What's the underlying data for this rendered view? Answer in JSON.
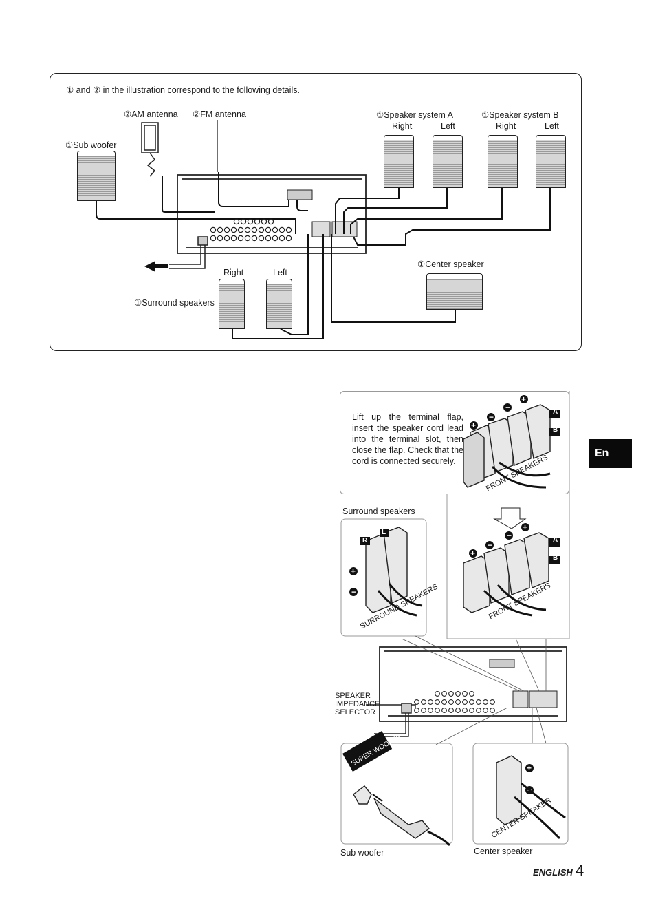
{
  "top_diagram": {
    "note": "① and ② in the illustration correspond to the following details.",
    "am_antenna": "②AM antenna",
    "fm_antenna": "②FM antenna",
    "sub_woofer": "①Sub woofer",
    "speaker_system_a": "①Speaker system A",
    "speaker_system_b": "①Speaker system B",
    "right": "Right",
    "left": "Left",
    "center_speaker": "①Center speaker",
    "surround_speakers": "①Surround speakers"
  },
  "bottom_diagram": {
    "instruction": "Lift up the terminal flap, insert the speaker cord lead into the terminal slot, then close the flap. Check that the cord is connected securely.",
    "surround_speakers_caption": "Surround speakers",
    "surround_terminal_label": "SURROUND SPEAKERS",
    "front_terminal_label": "FRONT SPEAKERS",
    "terminal_a": "A",
    "terminal_b": "B",
    "terminal_r": "R",
    "terminal_l": "L",
    "speaker_impedance_selector": [
      "SPEAKER",
      "IMPEDANCE",
      "SELECTOR"
    ],
    "super_woofer_label": "SUPER WOOFER",
    "center_terminal_label": "CENTER SPEAKER",
    "sub_woofer_caption": "Sub woofer",
    "center_speaker_caption": "Center speaker"
  },
  "side_tab": "En",
  "footer": {
    "language": "ENGLISH",
    "page_number": "4"
  }
}
